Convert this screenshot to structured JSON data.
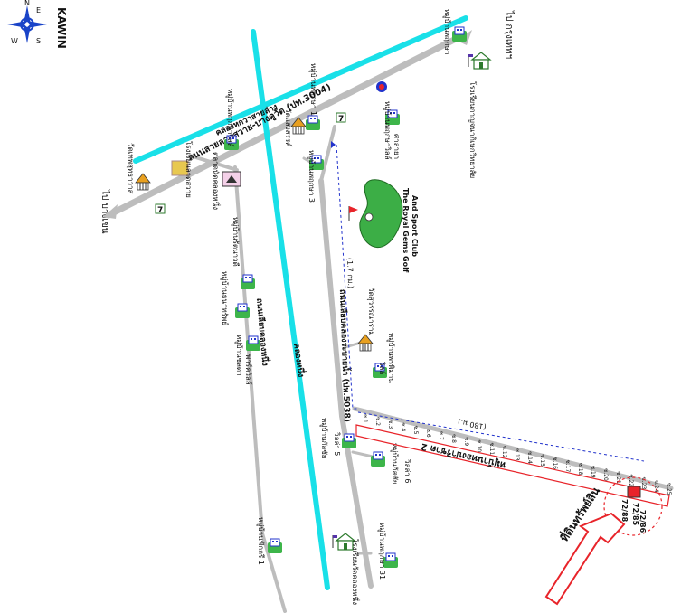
{
  "brand": {
    "logo_text": "KAWIN"
  },
  "compass": {
    "n": "N",
    "e": "E",
    "s": "S",
    "w": "W"
  },
  "colors": {
    "canal": "#19E0E8",
    "road": "#BDBDBD",
    "route_red": "#E8242A",
    "dash_blue": "#2233CC",
    "golf_green": "#3CAE46",
    "house_green": "#3DB54A"
  },
  "roads": {
    "main_road": "ถนนสายลาดสวาย-บางคูวัด (ปท.3004)",
    "side_road": "ถนนเลียบคลองระบายน้ำ (ปท.5038)",
    "west_road": "ถนนเลียบคลองหนึ่ง"
  },
  "canals": {
    "canal_top": "คลองหกวาสายล่าง",
    "canal_vertical": "คลองหนึ่ง"
  },
  "directions": {
    "to_bangkok": "ไป กรุงเทพฯ",
    "to_bangkhen": "ไป บางเขน"
  },
  "golf": {
    "line1": "The Royal Gems Golf",
    "line2": "And Sport Club"
  },
  "distances": {
    "km_upper": "(1.7 กม.)",
    "m_lower": "(180 ม.)"
  },
  "project": {
    "soi_name": "หมู่บ้านทองปาริชาต 2",
    "arrow_label": "ที่ดินทรัพย์สิน",
    "plots": [
      "72/88",
      "72/85",
      "72/86"
    ],
    "sois": [
      "ซ.1",
      "ซ.2",
      "ซ.3",
      "ซ.4",
      "ซ.5",
      "ซ.6",
      "ซ.7",
      "ซ.8",
      "ซ.9",
      "ซ.10",
      "ซ.11",
      "ซ.12",
      "ซ.13",
      "ซ.14",
      "ซ.15",
      "ซ.16",
      "ซ.17",
      "ซ.18",
      "ซ.19",
      "ซ.20",
      "ซ.21",
      "ซ.22",
      "ซ.23",
      "ซ.24",
      "ซ.25"
    ]
  },
  "landmarks": {
    "top_right_village": "หมู่บ้านพฤกษา",
    "school_top_right": "โรงเรียนกาญจนาภิเษกวิทยาลัย",
    "ptt": "PTT",
    "seven_eleven": "7",
    "school_left": "โรงเรียนลาดสวาย",
    "temple_left": "วัดเทพสุทธาวาส",
    "village_left_top": "หมู่บ้านพฤกษาวิลล์",
    "market": "ตลาดนัดคลองหนึ่ง",
    "village_pruksa_1": "หมู่บ้านพฤกษา 1",
    "temple_bang": "วัดแสงสรรค์",
    "village_pruksa_3": "หมู่บ้านพฤกษา 3",
    "village_pruksaville": "หมู่บ้านพฤกษาวิลล์",
    "sala": "ศาลายา",
    "village_west_1": "หมู่บ้านรัตนาวดี",
    "village_west_2": "หมู่บ้านธนาทรัพย์",
    "village_west_3": "หมู่บ้านชลดา",
    "park_west": "พาร์ควิลล์",
    "temple_mid": "วัดสุวรรณาราม",
    "village_mid": "หมู่บ้านพรพิมาน",
    "village_mid_sub": "วิลล์",
    "village_vc5": "หมู่บ้านกัสซัย",
    "village_vc5_sub": "วิลล่า 5",
    "village_vc6": "หมู่บ้านกัสซัย",
    "village_vc6_sub": "วิลล่า 6",
    "village_west_bottom": "หมู่บ้านฟักกรี 1",
    "school_bottom": "โรงเรียนวัดคลองหนึ่ง",
    "village_bottom_right": "หมู่บ้านพฤกษา 31"
  }
}
